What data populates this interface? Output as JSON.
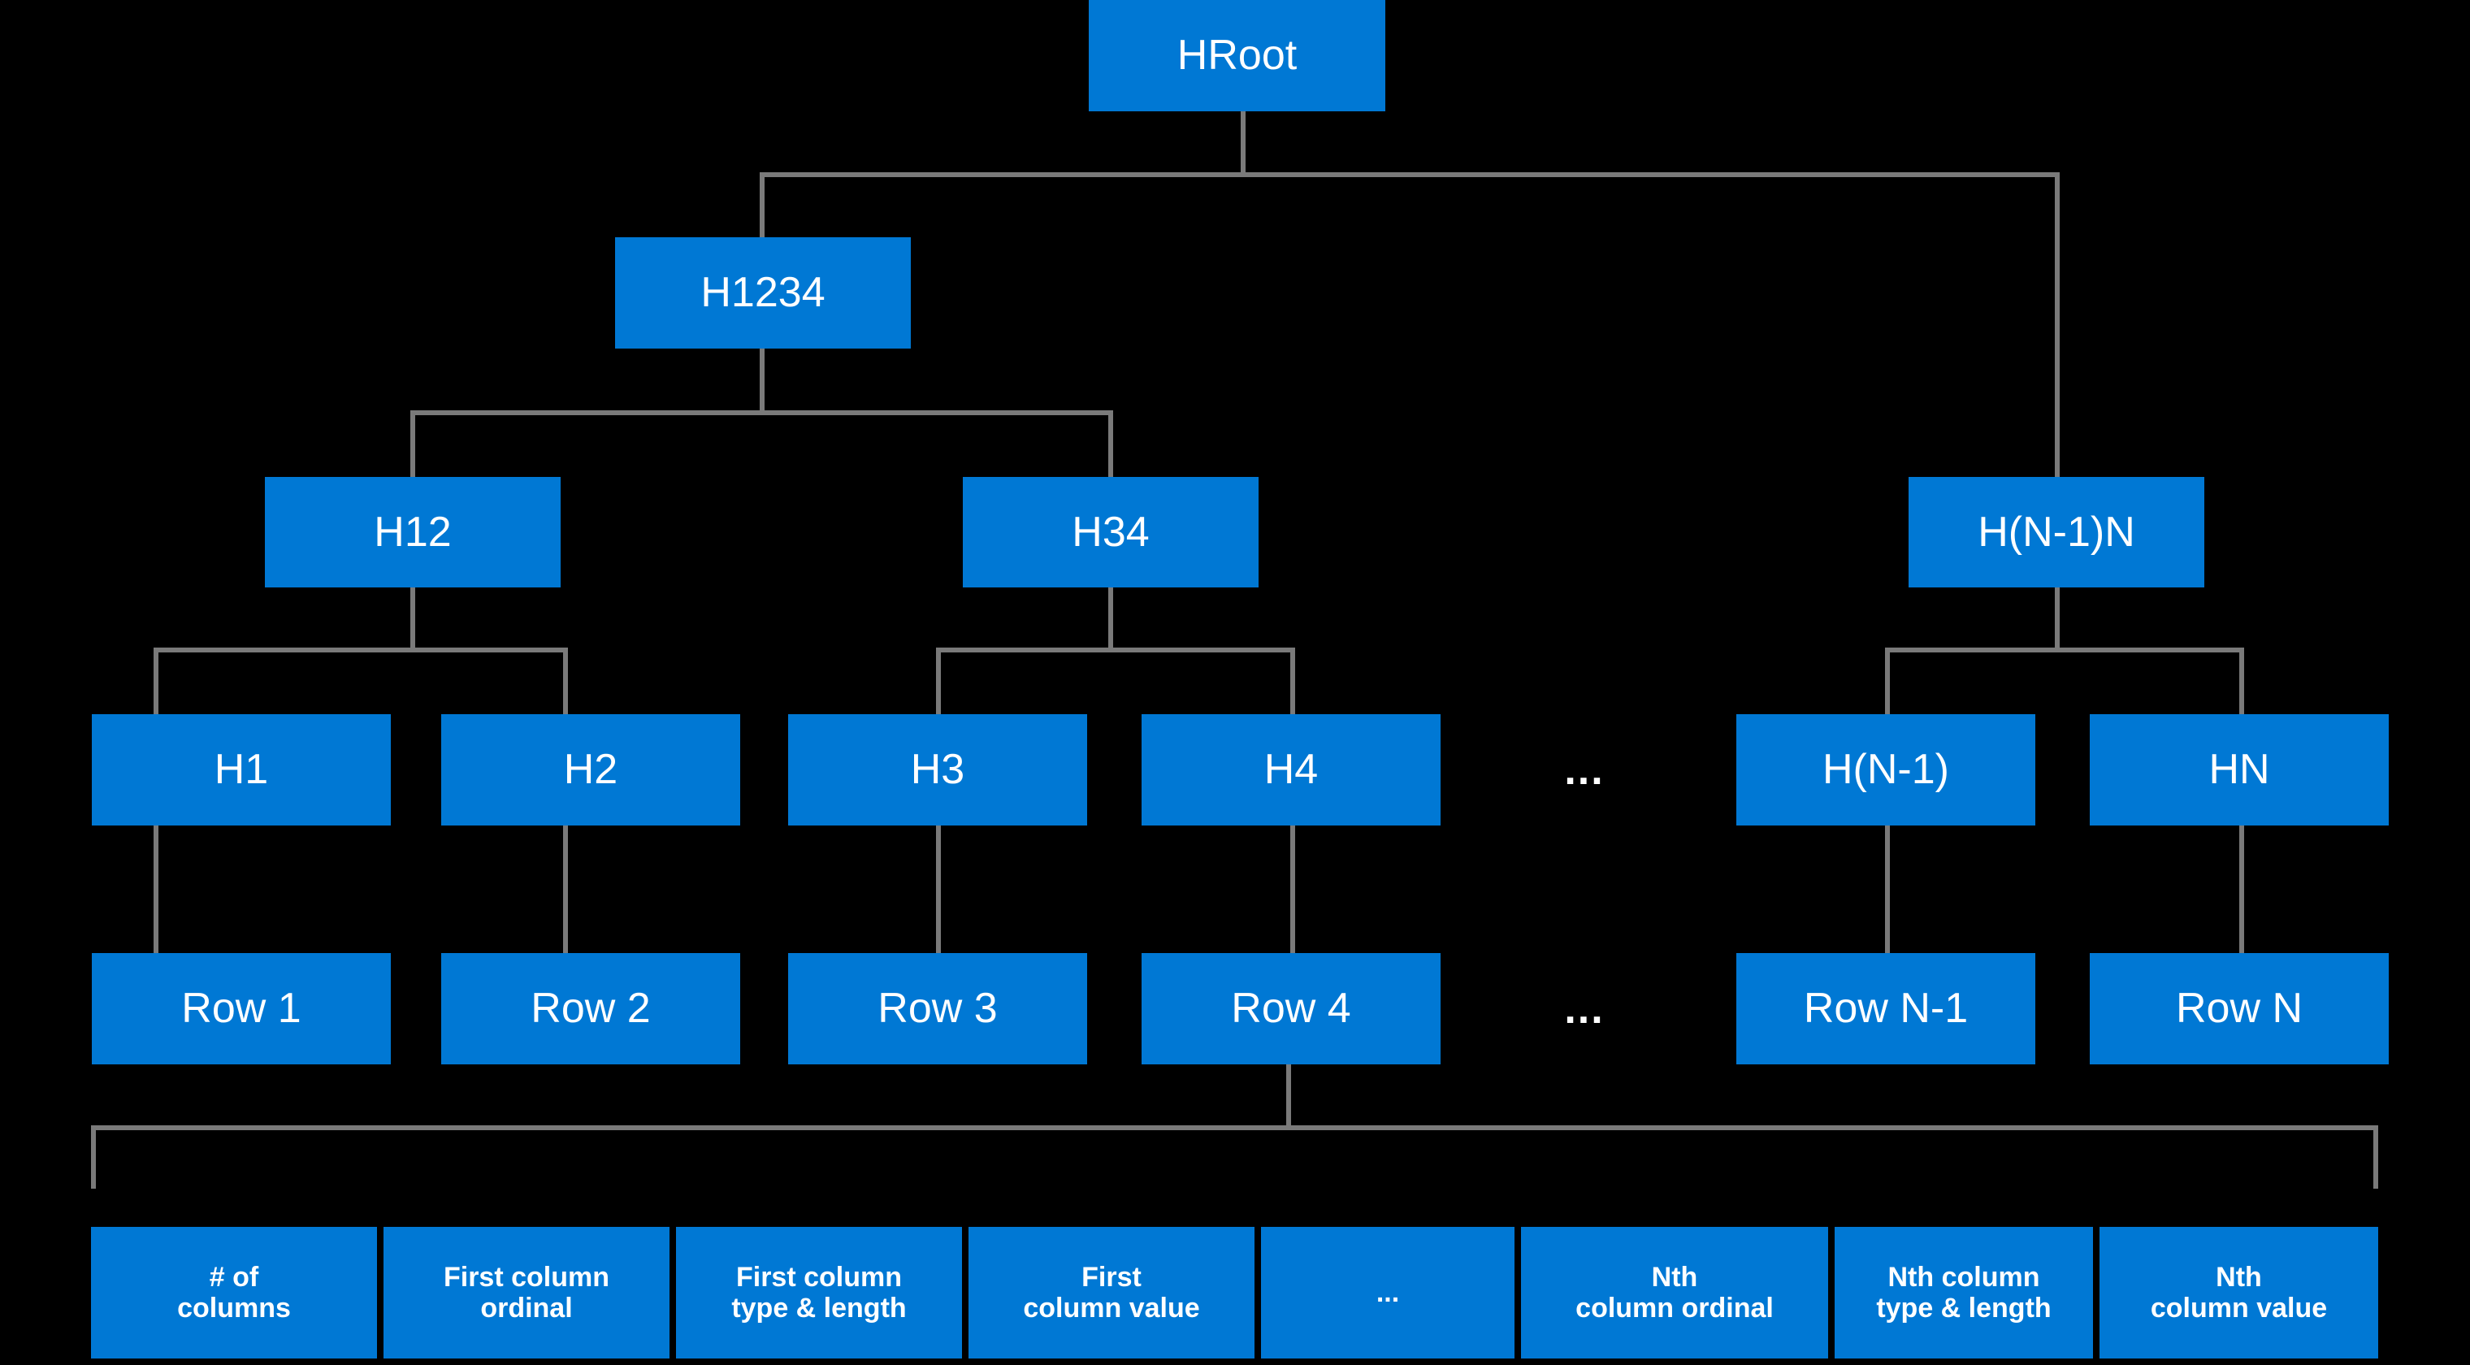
{
  "diagram": {
    "title": "Hierarchical row-group index tree over table rows and column fields",
    "background_color": "#000000",
    "node_color": "#0078D4",
    "node_text_color": "#FFFFFF",
    "connector_color": "#7A7A7A",
    "ellipsis_glyph": "..."
  },
  "levels": {
    "root": {
      "label": "HRoot"
    },
    "level2": [
      {
        "label": "H1234"
      }
    ],
    "level3": [
      {
        "label": "H12"
      },
      {
        "label": "H34"
      },
      {
        "label": "H(N-1)N"
      }
    ],
    "level4": [
      {
        "label": "H1"
      },
      {
        "label": "H2"
      },
      {
        "label": "H3"
      },
      {
        "label": "H4"
      },
      {
        "label": "H(N-1)"
      },
      {
        "label": "HN"
      }
    ],
    "level4_gap": {
      "label": "..."
    },
    "rows": [
      {
        "label": "Row 1"
      },
      {
        "label": "Row 2"
      },
      {
        "label": "Row 3"
      },
      {
        "label": "Row 4"
      },
      {
        "label": "Row N-1"
      },
      {
        "label": "Row N"
      }
    ],
    "rows_gap": {
      "label": "..."
    },
    "row_fields": [
      {
        "label": "# of\ncolumns"
      },
      {
        "label": "First column\nordinal"
      },
      {
        "label": "First column\ntype & length"
      },
      {
        "label": "First\ncolumn value"
      },
      {
        "label": "..."
      },
      {
        "label": "Nth\ncolumn ordinal"
      },
      {
        "label": "Nth column\ntype & length"
      },
      {
        "label": "Nth\ncolumn value"
      }
    ]
  }
}
